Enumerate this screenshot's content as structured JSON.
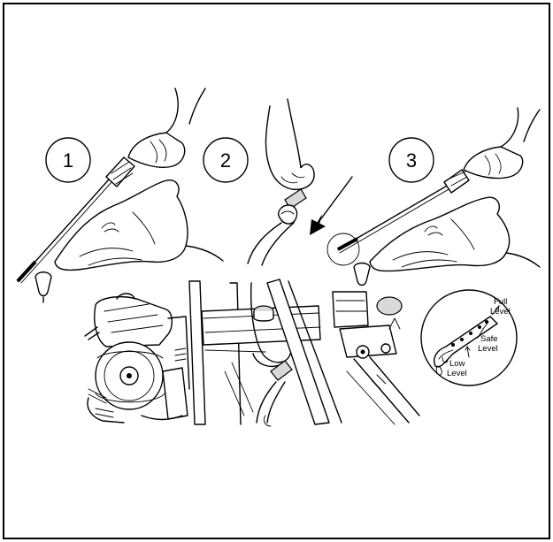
{
  "steps": [
    {
      "number": "1"
    },
    {
      "number": "2"
    },
    {
      "number": "3"
    }
  ],
  "inset": {
    "full_level": [
      "Full",
      "Level"
    ],
    "safe_level": [
      "Safe",
      "Level"
    ],
    "low_level": [
      "Low",
      "Level"
    ]
  }
}
